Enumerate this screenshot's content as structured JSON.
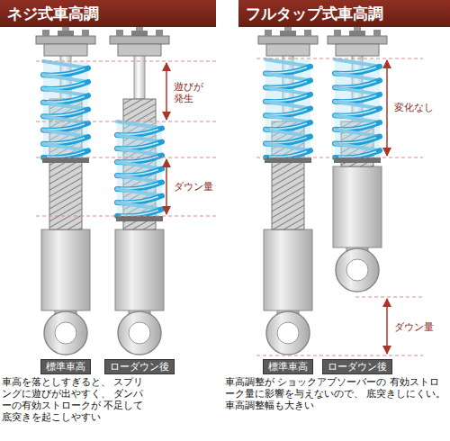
{
  "diagram": {
    "nodes": [
      {
        "text": [
          "ネジ式車高調"
        ]
      },
      {
        "text": [
          "標準車高"
        ]
      },
      {
        "text": [
          "ローダウン後"
        ]
      },
      {
        "text": [
          "フルタップ式車高調"
        ]
      },
      {
        "text": [
          "標準車高"
        ]
      },
      {
        "text": [
          "ローダウン後"
        ]
      }
    ],
    "labels": [
      "遊びが発生",
      "ダウン量",
      "車高を落としすぎると、 スプリングに遊びが出やすく、 ダンパーの有効ストロークが 不足して底突きを起こしやすい",
      "変化なし",
      "ダウン量",
      "車高調整が ショックアブソーバーの 有効ストローク量に影響を与えないので、 底突きしにくい。車高調整幅も大きい"
    ]
  }
}
